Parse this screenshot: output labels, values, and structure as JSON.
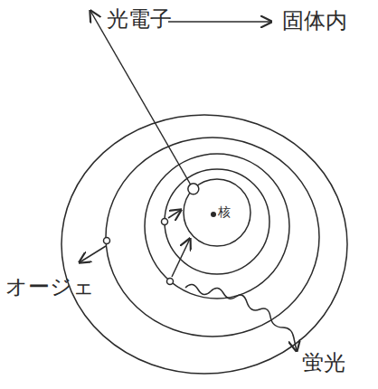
{
  "diagram": {
    "nodes": [
      {
        "text": [
          "核"
        ]
      }
    ],
    "labels": [
      "光電子",
      "固体内",
      "オージェ",
      "蛍光"
    ]
  }
}
